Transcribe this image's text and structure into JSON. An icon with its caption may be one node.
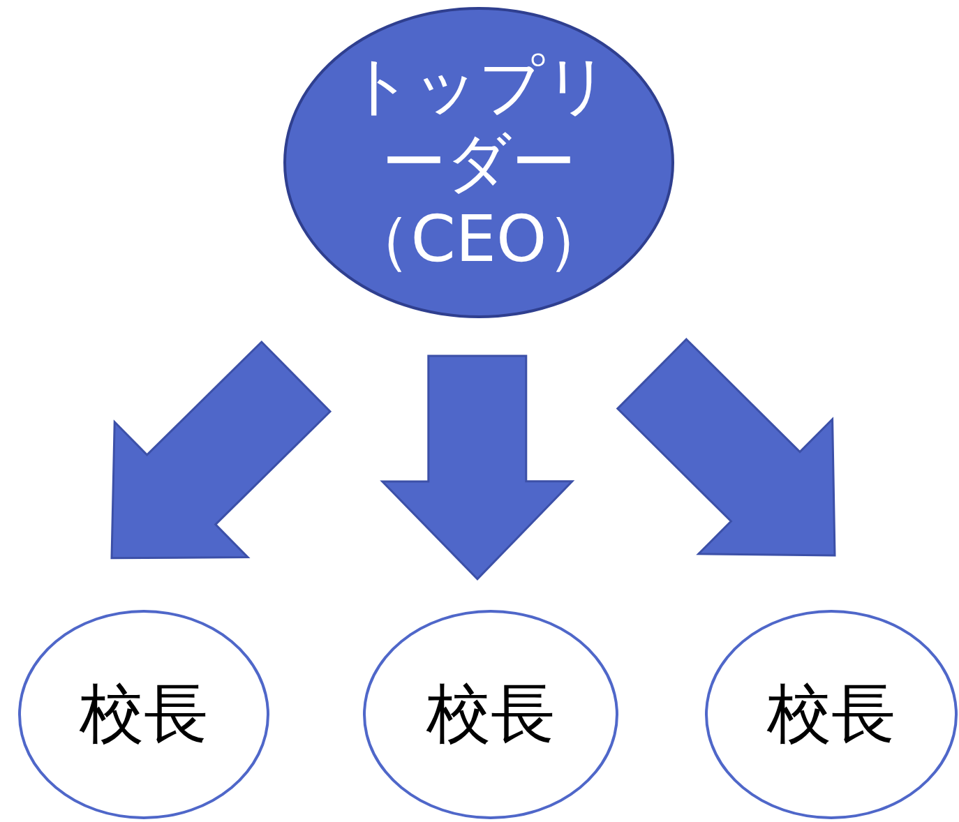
{
  "diagram": {
    "nodes": [
      {
        "text": [
          "トップリーダー（CEO）"
        ]
      },
      {
        "text": [
          "校長"
        ]
      },
      {
        "text": [
          "校長"
        ]
      },
      {
        "text": [
          "校長"
        ]
      }
    ],
    "edges": [
      {
        "from": 0,
        "to": 1,
        "arrow": "to"
      },
      {
        "from": 0,
        "to": 2,
        "arrow": "to"
      },
      {
        "from": 0,
        "to": 3,
        "arrow": "to"
      }
    ]
  }
}
